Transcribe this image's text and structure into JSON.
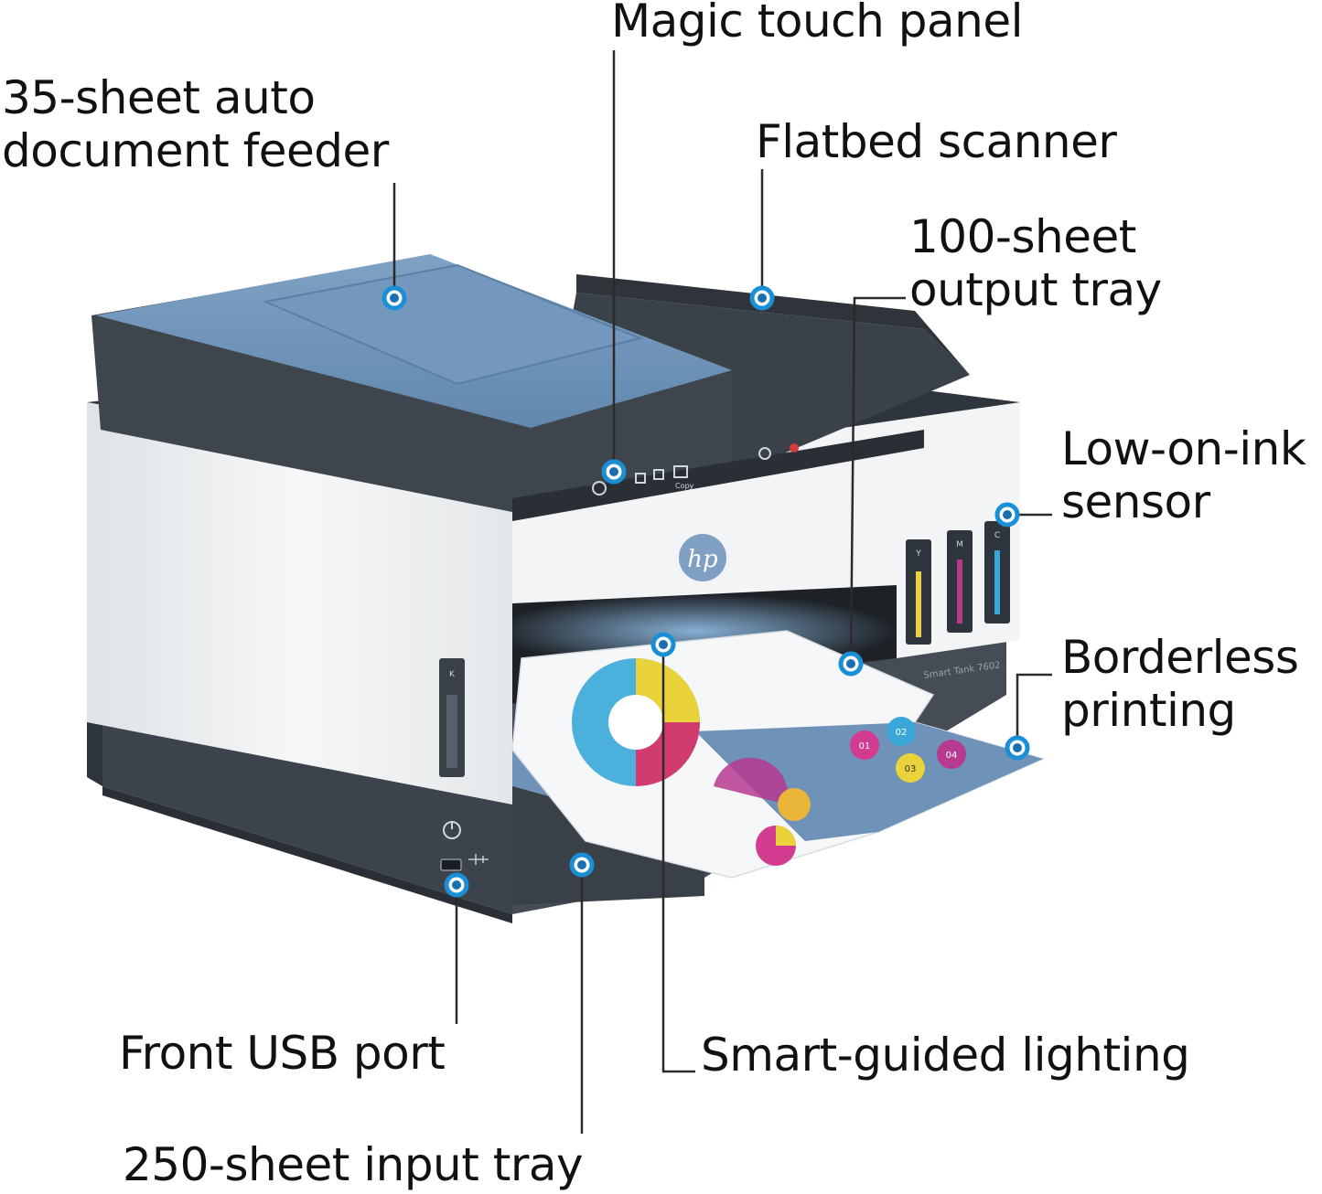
{
  "callouts": {
    "adf": {
      "line1": "35-sheet auto",
      "line2": "document feeder"
    },
    "magic_touch": {
      "line1": "Magic touch panel"
    },
    "flatbed": {
      "line1": "Flatbed scanner"
    },
    "output_tray": {
      "line1": "100-sheet",
      "line2": "output tray"
    },
    "low_ink": {
      "line1": "Low-on-ink",
      "line2": "sensor"
    },
    "borderless": {
      "line1": "Borderless",
      "line2": "printing"
    },
    "usb": {
      "line1": "Front USB port"
    },
    "lighting": {
      "line1": "Smart-guided lighting"
    },
    "input_tray": {
      "line1": "250-sheet input tray"
    }
  },
  "device": {
    "logo_text": "hp",
    "tank_labels": [
      "Y",
      "M",
      "C",
      "K"
    ],
    "panel_label": "Copy",
    "model_text": "Smart Tank 7602",
    "sheet_numbers": [
      "01",
      "02",
      "03",
      "04"
    ]
  },
  "colors": {
    "accent_blue": "#6f93b8",
    "body_white": "#eef0f1",
    "body_dark": "#3a414a",
    "hotspot": "#1a8fd6",
    "ink_yellow": "#e9d23a",
    "ink_magenta": "#b63a8f",
    "ink_cyan": "#3aa7d8"
  }
}
